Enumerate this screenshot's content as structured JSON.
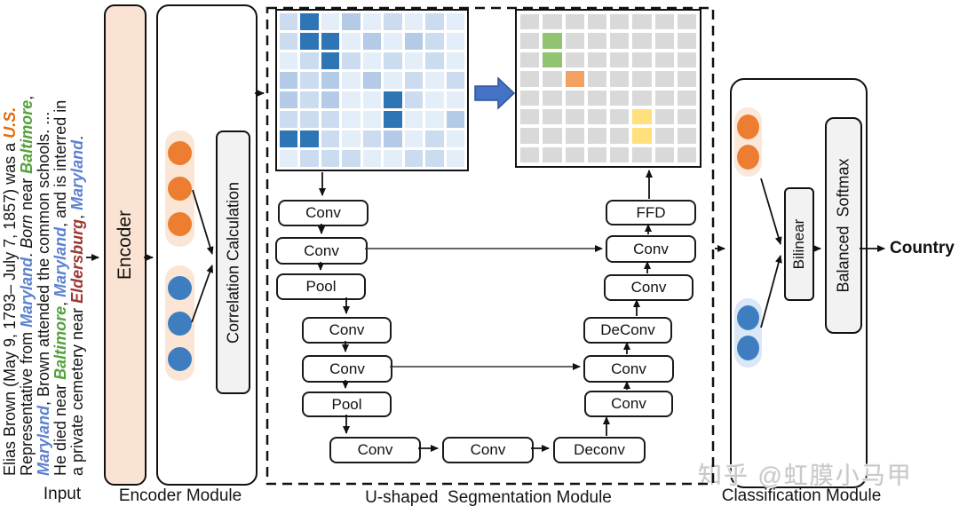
{
  "input": {
    "label": "Input",
    "lines": [
      [
        {
          "t": "Elias Brown (May 9, 1793– July 7, 1857) was a "
        },
        {
          "t": "U.S.",
          "s": "us"
        }
      ],
      [
        {
          "t": "Representative from "
        },
        {
          "t": "Maryland",
          "s": "md"
        },
        {
          "t": ". "
        },
        {
          "t": "Born",
          "s": "it"
        },
        {
          "t": " near "
        },
        {
          "t": "Baltimore",
          "s": "bal"
        },
        {
          "t": ","
        }
      ],
      [
        {
          "t": "Maryland",
          "s": "md"
        },
        {
          "t": ", Brown attended the common schools. ..."
        }
      ],
      [
        {
          "t": "He died near "
        },
        {
          "t": "Baltimore",
          "s": "bal"
        },
        {
          "t": ", "
        },
        {
          "t": "Maryland",
          "s": "md"
        },
        {
          "t": ", and is interred in"
        }
      ],
      [
        {
          "t": "a private cemetery near "
        },
        {
          "t": "Eldersburg",
          "s": "eld"
        },
        {
          "t": ", "
        },
        {
          "t": "Maryland",
          "s": "md"
        },
        {
          "t": "."
        }
      ]
    ],
    "text_colors": {
      "us": "#e36c0a",
      "maryland": "#5b81ce",
      "baltimore": "#54a03c",
      "eldersburg": "#9c3734"
    }
  },
  "encoder": {
    "label": "Encoder",
    "module_label": "Encoder Module"
  },
  "correlation": {
    "label": "Correlation Calculation"
  },
  "u_module": {
    "title": "U-shaped  Segmentation Module",
    "boxes": {
      "l1": "Conv",
      "l2": "Conv",
      "l3": "Pool",
      "l4": "Conv",
      "l5": "Conv",
      "l6": "Pool",
      "b1": "Conv",
      "b2": "Conv",
      "b3": "Deconv",
      "r1": "Conv",
      "r2": "Conv",
      "r3": "DeConv",
      "r4": "Conv",
      "r5": "Conv",
      "r6": "FFD"
    },
    "left_heatmap": {
      "rows": 8,
      "cols": 9,
      "palette": [
        "#e4eef9",
        "#ccdcf0",
        "#b3cbe6",
        "#2e75b6"
      ],
      "matrix": [
        [
          1,
          3,
          0,
          2,
          0,
          1,
          0,
          1,
          0
        ],
        [
          1,
          3,
          3,
          0,
          2,
          0,
          2,
          1,
          0
        ],
        [
          0,
          1,
          3,
          1,
          0,
          1,
          0,
          1,
          0
        ],
        [
          2,
          1,
          2,
          0,
          2,
          0,
          1,
          0,
          1
        ],
        [
          2,
          1,
          2,
          0,
          0,
          3,
          1,
          0,
          0
        ],
        [
          1,
          1,
          1,
          0,
          0,
          3,
          0,
          0,
          2
        ],
        [
          3,
          3,
          1,
          0,
          1,
          2,
          0,
          1,
          0
        ],
        [
          0,
          1,
          1,
          1,
          0,
          0,
          1,
          1,
          0
        ]
      ]
    },
    "right_heatmap": {
      "rows": 8,
      "cols": 8,
      "default": "#d9d9d9",
      "cells": {
        "1,1": "#90c470",
        "2,1": "#90c470",
        "3,2": "#f4a263",
        "5,5": "#ffe07d",
        "6,5": "#ffe07d"
      }
    },
    "block_arrow_color": "#4472c4"
  },
  "classification": {
    "title": "Classification Module",
    "bilinear_label": "Bilinear",
    "softmax_label": "Balanced  Softmax",
    "output_label": "Country"
  },
  "watermark": "知乎 @虹膜小马甲"
}
